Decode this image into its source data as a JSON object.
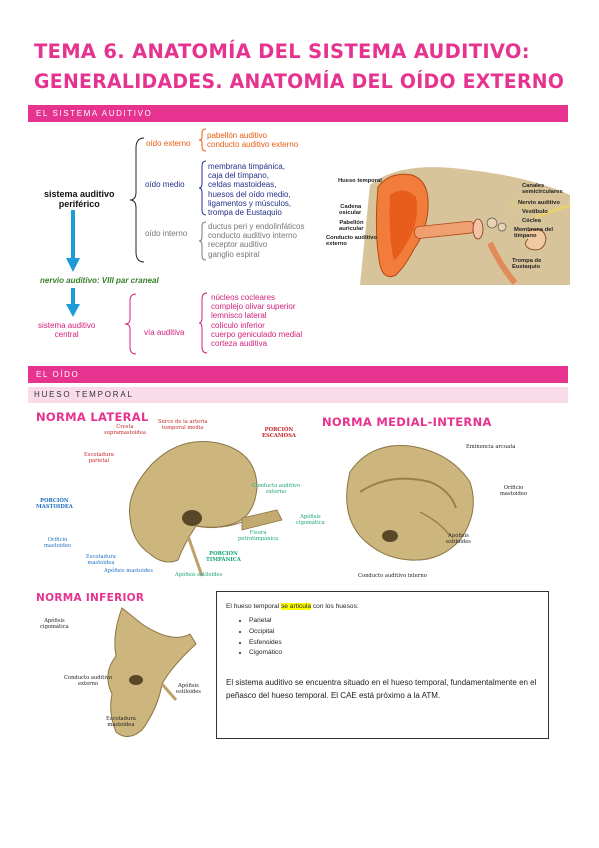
{
  "header": {
    "title_line1": "TEMA 6. ANATOMÍA DEL SISTEMA AUDITIVO:",
    "title_line2": "GENERALIDADES. ANATOMÍA DEL OÍDO EXTERNO"
  },
  "sections": {
    "sistema_auditivo": "EL SISTEMA AUDITIVO",
    "oido": "EL OÍDO",
    "hueso_temporal": "HUESO TEMPORAL"
  },
  "scheme": {
    "peripheral": "sistema auditivo\nperiférico",
    "branches": {
      "externo": {
        "label": "oído externo",
        "items": [
          "pabellón auditivo",
          "conducto auditivo externo"
        ]
      },
      "medio": {
        "label": "oído medio",
        "items": [
          "membrana timpánica,",
          "caja del tímpano,",
          "celdas mastoideas,",
          "huesos del oído medio,",
          "ligamentos y músculos,",
          "trompa de Eustaquio"
        ]
      },
      "interno": {
        "label": "oído interno",
        "items": [
          "ductus peri y endolinfáticos",
          "conducto auditivo interno",
          "receptor auditivo",
          "ganglio espiral"
        ]
      }
    },
    "nerve": "nervio auditivo: VIII par craneal",
    "central": "sistema auditivo\ncentral",
    "via": "vía auditiva",
    "via_items": [
      "núcleos cocleares",
      "complejo olivar superior",
      "lemnisco lateral",
      "colículo inferior",
      "cuerpo geniculado medial",
      "corteza auditiva"
    ]
  },
  "ear_figure": {
    "labels": {
      "hueso_temporal": "Hueso temporal",
      "canales": "Canales\nsemicirculares",
      "nervio": "Nervio auditivo",
      "vestibulo": "Vestíbulo",
      "coclea": "Cóclea",
      "membrana": "Membrana del\ntímpano",
      "trompa": "Trompa de\nEustaquio",
      "cadena": "Cadena\nosicular",
      "pabellon": "Pabellón\nauricular",
      "conducto": "Conducto auditivo\nexterno"
    }
  },
  "norma_lateral": {
    "title": "NORMA LATERAL",
    "labels": {
      "cresta": "Cresta\nsupramastoidea",
      "surco": "Surco de la arteria\ntemporal media",
      "porcion_escamosa": "PORCIÓN\nESCAMOSA",
      "escotadura_parietal": "Escotadura\nparietal",
      "conducto": "Conducto auditivo\nexterno",
      "porcion_mastoidea": "PORCIÓN\nMASTOIDEA",
      "orificio": "Orificio\nmastoideo",
      "escotadura_mastoidea": "Escotadura\nmastoidea",
      "apofisis_mastoides": "Apófisis mastoides",
      "apofisis_estiloides": "Apófisis estiloides",
      "porcion_timpanica": "PORCIÓN\nTIMPÁNICA",
      "fisura": "Fisura\npetrotimpánica",
      "apofisis_cigomatica": "Apófisis\ncigomática"
    }
  },
  "norma_medial": {
    "title": "NORMA MEDIAL-INTERNA",
    "labels": {
      "eminencia": "Eminencia arcuata",
      "orificio": "Orificio\nmastoideo",
      "apofisis": "Apófisis\nestiloides",
      "conducto": "Conducto auditivo interno"
    }
  },
  "norma_inferior": {
    "title": "NORMA INFERIOR",
    "labels": {
      "cigomatica": "Apófisis\ncigomática",
      "conducto": "Conducto auditivo\nexterno",
      "estiloides": "Apófisis\nestiloides",
      "escotadura": "Escotadura\nmastoidea"
    }
  },
  "info": {
    "intro_pre": "El hueso temporal ",
    "intro_hl": "se articula",
    "intro_post": " con los huesos:",
    "bones": [
      "Parietal",
      "Occipital",
      "Esfenoides",
      "Cigomático"
    ],
    "paragraph": "El sistema auditivo se encuentra situado en el hueso temporal, fundamentalmente en el peñasco del hueso temporal. El CAE está próximo a la ATM."
  },
  "colors": {
    "accent": "#e6338f",
    "accent_light": "#f9dbe9",
    "arrow": "#1e9bd7",
    "bone": "#c9b27a"
  }
}
